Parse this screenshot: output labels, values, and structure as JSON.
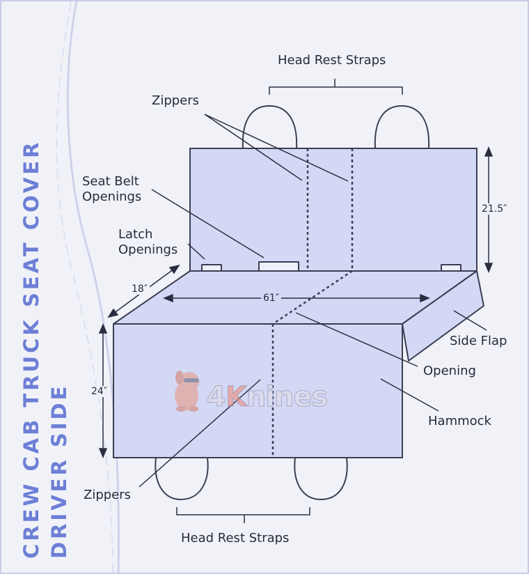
{
  "title": {
    "line1": "CREW CAB TRUCK SEAT COVER",
    "line2": "DRIVER SIDE"
  },
  "labels": {
    "head_rest_straps_top": "Head Rest Straps",
    "zippers_top": "Zippers",
    "seat_belt_openings": [
      "Seat Belt",
      "Openings"
    ],
    "latch_openings": [
      "Latch",
      "Openings"
    ],
    "side_flap": "Side Flap",
    "opening": "Opening",
    "hammock": "Hammock",
    "zippers_bottom": "Zippers",
    "head_rest_straps_bottom": "Head Rest Straps"
  },
  "dimensions": {
    "back_height": "21.5″",
    "seat_depth": "18″",
    "seat_width": "61″",
    "front_height": "24″"
  },
  "watermark": {
    "text_a": "4",
    "text_b": "K",
    "text_c": "nines",
    "icon": "dog-mascot-icon"
  },
  "colors": {
    "fabric": "#d3d8f5",
    "outline": "#3b3e52",
    "title": "#6d7fd6",
    "background": "#f1f2f8"
  }
}
